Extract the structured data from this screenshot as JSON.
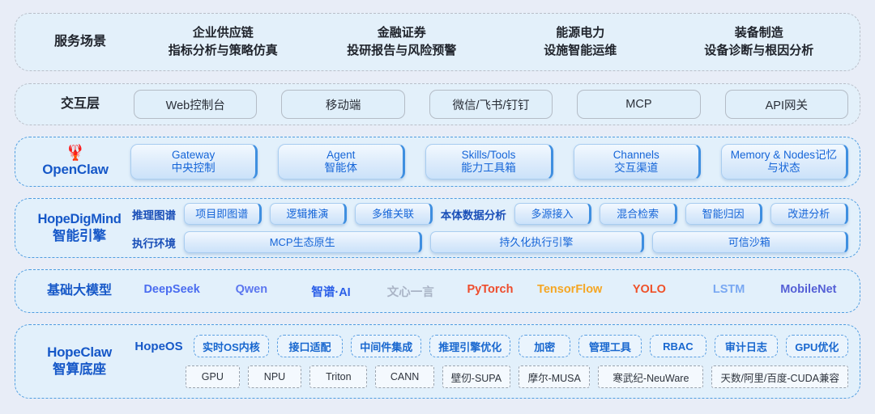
{
  "colors": {
    "page_bg": "#e8edf7",
    "band_bg": "#e2f0fb",
    "brand_blue": "#1658c8",
    "pill_text_blue": "#1565d8"
  },
  "rows": {
    "scenarios": {
      "label": "服务场景",
      "items": [
        {
          "title": "企业供应链",
          "sub": "指标分析与策略仿真"
        },
        {
          "title": "金融证券",
          "sub": "投研报告与风险预警"
        },
        {
          "title": "能源电力",
          "sub": "设施智能运维"
        },
        {
          "title": "装备制造",
          "sub": "设备诊断与根因分析"
        }
      ]
    },
    "interaction": {
      "label": "交互层",
      "items": [
        "Web控制台",
        "移动端",
        "微信/飞书/钉钉",
        "MCP",
        "API网关"
      ]
    },
    "openclaw": {
      "logo_icon": "lobster-icon",
      "logo_glyph": "🦞",
      "name": "OpenClaw",
      "items": [
        {
          "en": "Gateway",
          "cn": "中央控制"
        },
        {
          "en": "Agent",
          "cn": "智能体"
        },
        {
          "en": "Skills/Tools",
          "cn": "能力工具箱"
        },
        {
          "en": "Channels",
          "cn": "交互渠道"
        },
        {
          "en": "Memory & Nodes记忆",
          "cn": "与状态"
        }
      ]
    },
    "digmind": {
      "name_en": "HopeDigMind",
      "name_cn": "智能引擎",
      "top": {
        "group1_label": "推理图谱",
        "group1_items": [
          "项目即图谱",
          "逻辑推演",
          "多维关联"
        ],
        "group2_label": "本体数据分析",
        "group2_items": [
          "多源接入",
          "混合检索",
          "智能归因",
          "改进分析"
        ]
      },
      "bottom": {
        "label": "执行环境",
        "items": [
          "MCP生态原生",
          "持久化执行引擎",
          "可信沙箱"
        ]
      }
    },
    "basemodels": {
      "label": "基础大模型",
      "items": [
        {
          "name": "DeepSeek",
          "color": "#4a6cf0"
        },
        {
          "name": "Qwen",
          "color": "#5b76ef"
        },
        {
          "name": "智谱·AI",
          "color": "#2b5fe8"
        },
        {
          "name": "文心一言",
          "color": "#aab4c6"
        },
        {
          "name": "PyTorch",
          "color": "#ee4c2c"
        },
        {
          "name": "TensorFlow",
          "color": "#f5a623"
        },
        {
          "name": "YOLO",
          "color": "#ef5129"
        },
        {
          "name": "LSTM",
          "color": "#79a8f2"
        },
        {
          "name": "MobileNet",
          "color": "#5560d6"
        }
      ]
    },
    "hopeclaw": {
      "name_en": "HopeClaw",
      "name_cn": "智算底座",
      "os_label": "HopeOS",
      "capabilities": [
        "实时OS内核",
        "接口适配",
        "中间件集成",
        "推理引擎优化",
        "加密",
        "管理工具",
        "RBAC",
        "审计日志",
        "GPU优化"
      ],
      "hardware": [
        "GPU",
        "NPU",
        "Triton",
        "CANN",
        "壁仞-SUPA",
        "摩尔-MUSA",
        "寒武纪-NeuWare",
        "天数/阿里/百度-CUDA兼容"
      ]
    }
  }
}
